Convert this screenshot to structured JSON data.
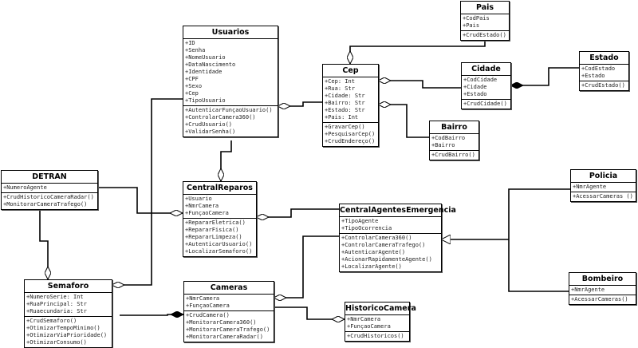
{
  "classes": [
    {
      "id": "usuarios",
      "name": "Usuarios",
      "attributes": [
        "+ID",
        "+Senha",
        "+NomeUsuario",
        "+DataNascimento",
        "+Identidade",
        "+CPF",
        "+Sexo",
        "+Cep",
        "+TipoUsuario"
      ],
      "methods": [
        "+AutenticarFunçaoUsuario()",
        "+ControlarCamera360()",
        "+CrudUsuario()",
        "+ValidarSenha()"
      ]
    },
    {
      "id": "pais",
      "name": "Pais",
      "attributes": [
        "+CodPais",
        "+Pais"
      ],
      "methods": [
        "+CrudEstado()"
      ]
    },
    {
      "id": "cep",
      "name": "Cep",
      "attributes": [
        "+Cep: Int",
        "+Rua: Str",
        "+Cidade: Str",
        "+Bairro: Str",
        "+Estado: Str",
        "+Pais: Int"
      ],
      "methods": [
        "+GravarCep()",
        "+PesquisarCep()",
        "+CrudEndereço()"
      ]
    },
    {
      "id": "cidade",
      "name": "Cidade",
      "attributes": [
        "+CodCidade",
        "+Cidade",
        "+Estado"
      ],
      "methods": [
        "+CrudCidade()"
      ]
    },
    {
      "id": "estado",
      "name": "Estado",
      "attributes": [
        "+CodEstado",
        "+Estado"
      ],
      "methods": [
        "+CrudEstado()"
      ]
    },
    {
      "id": "bairro",
      "name": "Bairro",
      "attributes": [
        "+CodBairro",
        "+Bairro"
      ],
      "methods": [
        "+CrudBairro()"
      ]
    },
    {
      "id": "detran",
      "name": "DETRAN",
      "attributes": [
        "+NumeroAgente"
      ],
      "methods": [
        "+CrudHistoricoCameraRadar()",
        "+MonitorarCameraTrafego()"
      ]
    },
    {
      "id": "centralreparos",
      "name": "CentralReparos",
      "attributes": [
        "+Usuario",
        "+NmrCamera",
        "+FunçaoCamera"
      ],
      "methods": [
        "+RepararEletrica()",
        "+RepararFisica()",
        "+RepararLimpeza()",
        "+AutenticarUsuario()",
        "+LocalizarSemaforo()"
      ]
    },
    {
      "id": "cae",
      "name": "CentralAgentesEmergencia",
      "attributes": [
        "+TipoAgente",
        "+TipoOcorrencia"
      ],
      "methods": [
        "+ControlarCamera360()",
        "+ControlarCameraTrafego()",
        "+AutenticarAgente()",
        "+AcionarRapidamenteAgente()",
        "+LocalizarAgente()"
      ]
    },
    {
      "id": "policia",
      "name": "Policia",
      "attributes": [
        "+NmrAgente"
      ],
      "methods": [
        "+AcessarCameras ()"
      ]
    },
    {
      "id": "bombeiro",
      "name": "Bombeiro",
      "attributes": [
        "+NmrAgente"
      ],
      "methods": [
        "+AcessarCameras()"
      ]
    },
    {
      "id": "semaforo",
      "name": "Semaforo",
      "attributes": [
        "+NumeroSerie: Int",
        "+RuaPrincipal: Str",
        "+Ruaecundaria: Str"
      ],
      "methods": [
        "+CrudSemaforo()",
        "+OtimizarTempoMinimo()",
        "+OtimizarViaPrioridade()",
        "+OtimizarConsumo()"
      ]
    },
    {
      "id": "cameras",
      "name": "Cameras",
      "attributes": [
        "+NmrCamera",
        "+FunçaoCamera"
      ],
      "methods": [
        "+CrudCamera()",
        "+MonitorarCamera360()",
        "+MonitorarCameraTrafego()",
        "+MonitorarCameraRadar()"
      ]
    },
    {
      "id": "historicocamera",
      "name": "HistoricoCamera",
      "attributes": [
        "+NmrCamera",
        "+FunçaoCamera"
      ],
      "methods": [
        "+CrudHistoricos()"
      ]
    }
  ],
  "colors": {
    "line": "#000000",
    "background": "#ffffff"
  }
}
